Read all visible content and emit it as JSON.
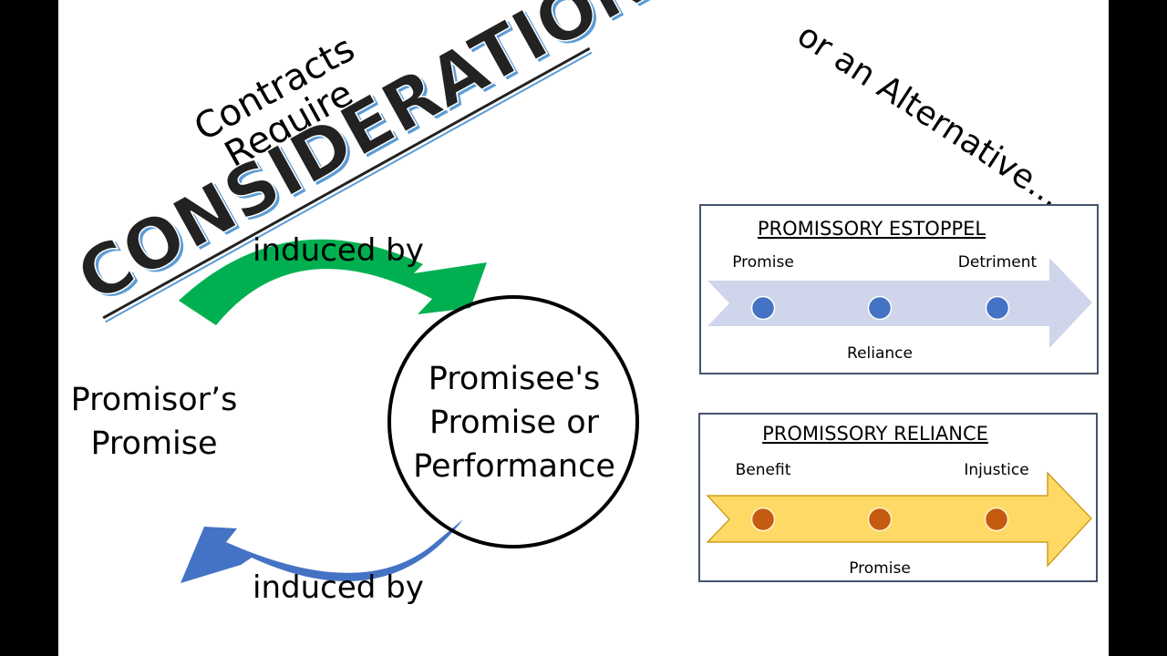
{
  "heading": {
    "line1": "Contracts",
    "line2": "Require",
    "main": "CONSIDERATION"
  },
  "alternative_heading": "or an Alternative...",
  "cycle": {
    "top_arrow_label": "induced by",
    "bottom_arrow_label": "induced by",
    "left_node": [
      "Promisor’s",
      "Promise"
    ],
    "right_node": [
      "Promisee's",
      "Promise or",
      "Performance"
    ],
    "top_arrow_color": "#00B050",
    "bottom_arrow_color": "#4472C4"
  },
  "boxes": [
    {
      "title": "PROMISSORY ESTOPPEL",
      "above_labels": [
        "Promise",
        "Detriment"
      ],
      "below_label": "Reliance",
      "arrow_fill": "#CFD5EA",
      "arrow_stroke": "none",
      "dot_color": "#4472C4",
      "dot_count": 3
    },
    {
      "title": "PROMISSORY RELIANCE",
      "above_labels": [
        "Benefit",
        "Injustice"
      ],
      "below_label": "Promise",
      "arrow_fill": "#FFD966",
      "arrow_stroke": "#C59000",
      "dot_color": "#C55A11",
      "dot_count": 3
    }
  ],
  "colors": {
    "box_border": "#44546A",
    "heading_outline": "#5B9BD5"
  }
}
